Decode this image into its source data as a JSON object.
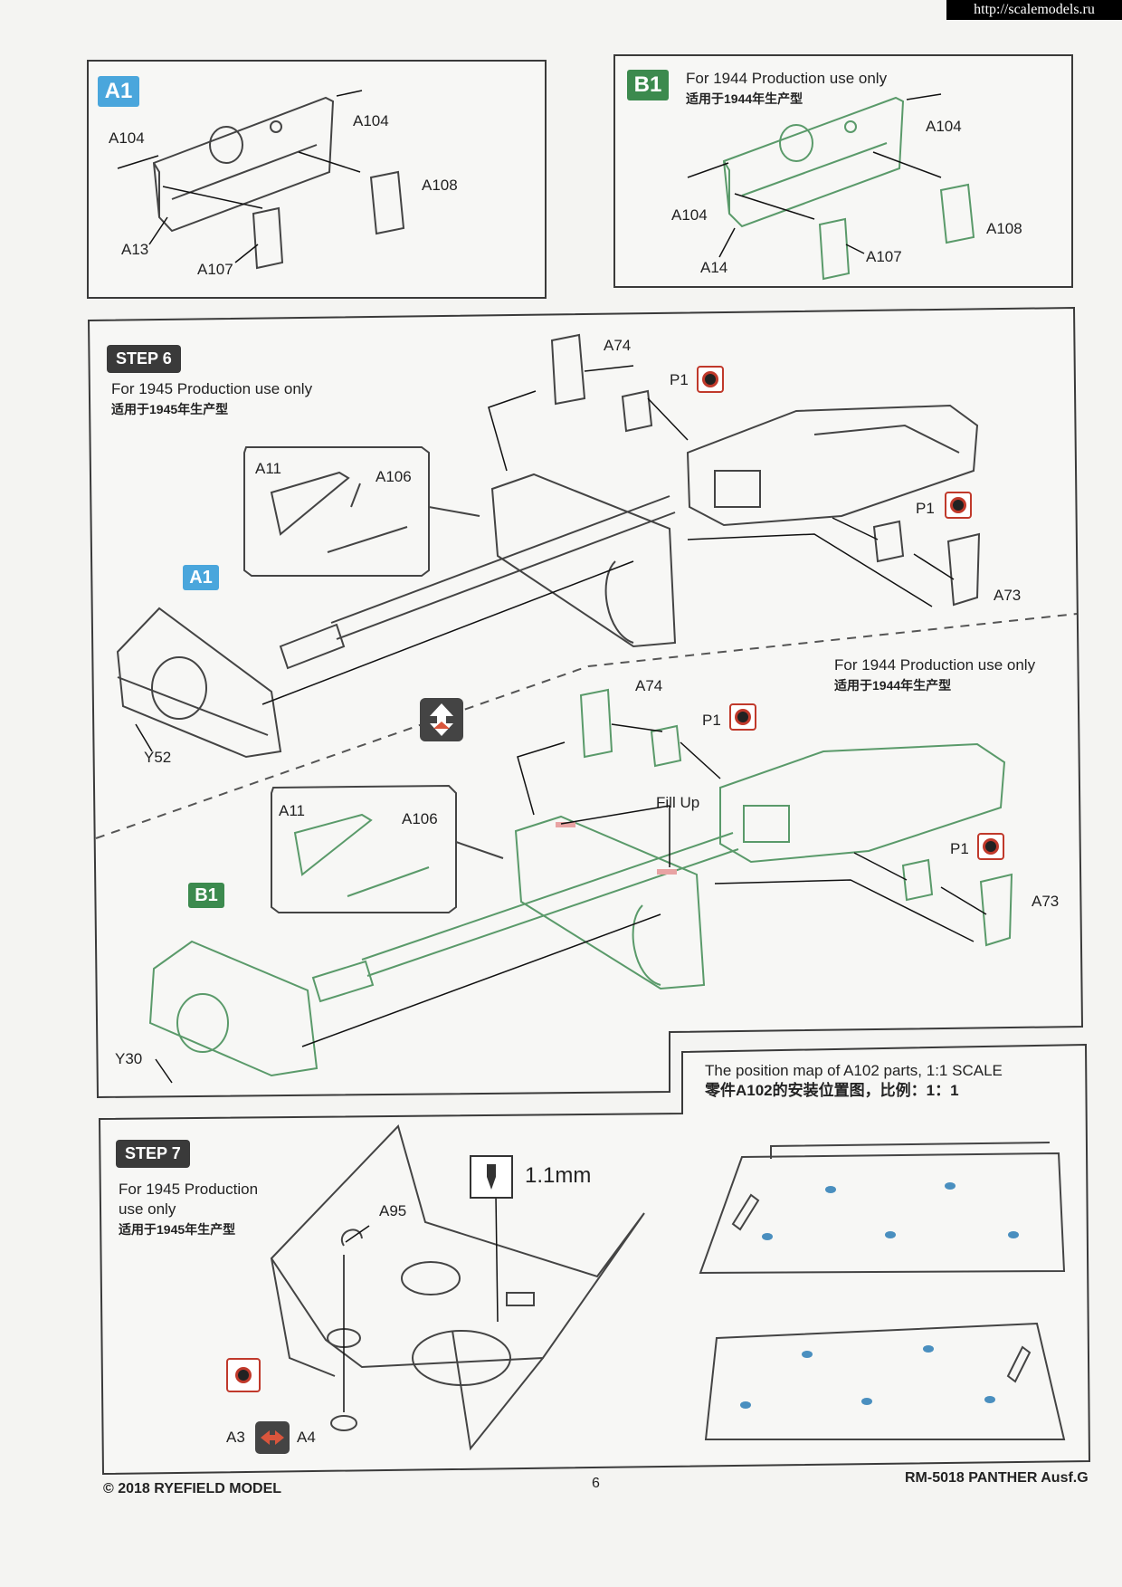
{
  "watermark": "http://scalemodels.ru",
  "panel_a1": {
    "badge": "A1",
    "labels": [
      "A104",
      "A104",
      "A108",
      "A13",
      "A107"
    ]
  },
  "panel_b1": {
    "badge": "B1",
    "note_en": "For 1944 Production use only",
    "note_cn": "适用于1944年生产型",
    "labels": [
      "A104",
      "A104",
      "A108",
      "A14",
      "A107"
    ]
  },
  "step6": {
    "title": "STEP 6",
    "note_en": "For 1945 Production use only",
    "note_cn": "适用于1945年生产型",
    "upper": {
      "inset_labels": [
        "A11",
        "A106"
      ],
      "badge": "A1",
      "labels": [
        "A74",
        "P1",
        "P1",
        "A73",
        "Y52"
      ]
    },
    "lower_note_en": "For 1944 Production use only",
    "lower_note_cn": "适用于1944年生产型",
    "lower": {
      "inset_labels": [
        "A11",
        "A106"
      ],
      "badge": "B1",
      "labels": [
        "A74",
        "P1",
        "P1",
        "A73",
        "Y30"
      ],
      "fill_up": "Fill Up"
    }
  },
  "position_map": {
    "title_en": "The position map of A102 parts, 1:1 SCALE",
    "title_cn": "零件A102的安装位置图，比例：1：1"
  },
  "step7": {
    "title": "STEP 7",
    "note_en_line1": "For 1945 Production",
    "note_en_line2": "use only",
    "note_cn": "适用于1945年生产型",
    "drill": "1.1mm",
    "labels": [
      "A95",
      "A3",
      "A4"
    ]
  },
  "footer": {
    "copyright": "© 2018 RYEFIELD MODEL",
    "page": "6",
    "kit": "RM-5018 PANTHER Ausf.G"
  }
}
